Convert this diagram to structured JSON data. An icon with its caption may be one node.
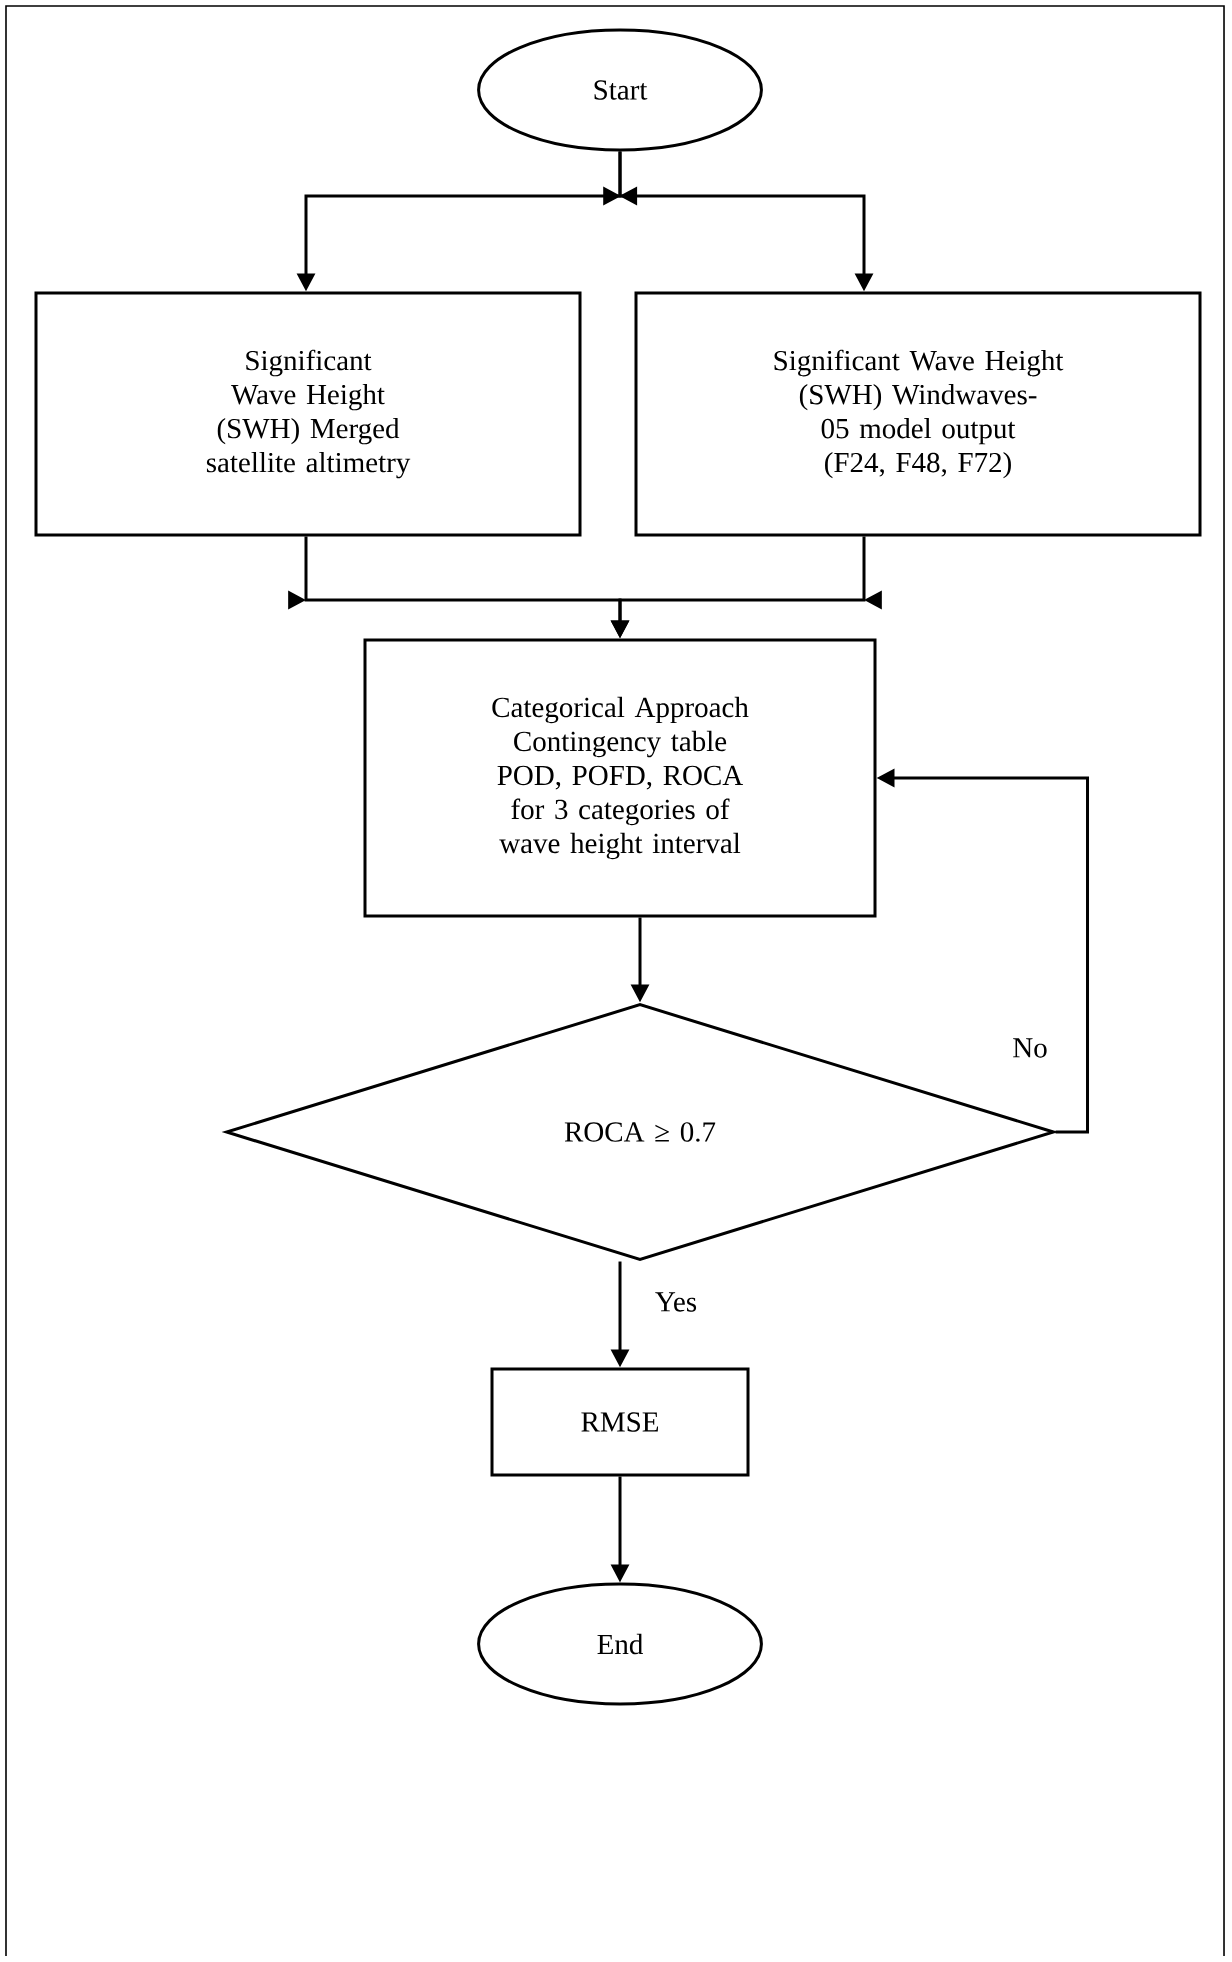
{
  "diagram": {
    "nodes": [
      {
        "text": [
          "Start"
        ]
      },
      {
        "text": [
          "Significant Wave Height (SWH) Merged satellite altimetry"
        ]
      },
      {
        "text": [
          "Significant Wave Height (SWH) Windwaves-05 model output (F24, F48, F72)"
        ]
      },
      {
        "text": [
          "Categorical Approach Contingency table POD, POFD, ROCA for 3 categories of wave height interval"
        ]
      },
      {
        "text": [
          "ROCA ≥ 0.7"
        ]
      },
      {
        "text": [
          "RMSE"
        ]
      },
      {
        "text": [
          "End"
        ]
      }
    ],
    "edges": [
      {
        "from": 0,
        "to": 1,
        "arrow": "to"
      },
      {
        "from": 0,
        "to": 2,
        "arrow": "to"
      },
      {
        "from": 1,
        "to": 3,
        "arrow": "to"
      },
      {
        "from": 2,
        "to": 3,
        "arrow": "to"
      },
      {
        "from": 3,
        "to": 4,
        "arrow": "to"
      },
      {
        "from": 4,
        "to": 3,
        "arrow": "to",
        "label": "No"
      },
      {
        "from": 4,
        "to": 5,
        "arrow": "to",
        "label": "Yes"
      },
      {
        "from": 5,
        "to": 6,
        "arrow": "to"
      }
    ]
  }
}
